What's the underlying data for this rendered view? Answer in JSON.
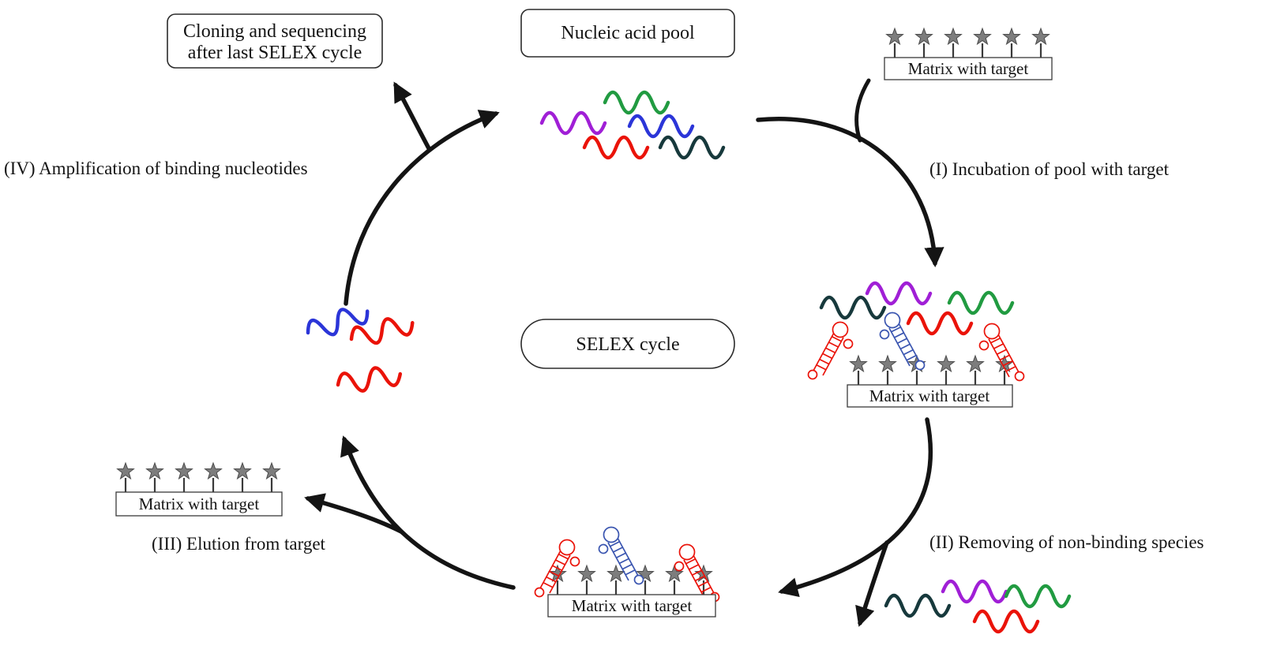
{
  "diagram": {
    "center_label": "SELEX cycle",
    "pool_label": "Nucleic acid pool",
    "cloning_box": {
      "line1": "Cloning and sequencing",
      "line2": "after last SELEX cycle"
    },
    "matrix_label": "Matrix with target",
    "steps": {
      "i": "(I) Incubation of pool with target",
      "ii": "(II) Removing of non-binding species",
      "iii": "(III) Elution from target",
      "iv": "(IV) Amplification of binding nucleotides"
    },
    "icons": {
      "target": "star-icon",
      "strand": "wave-strand-icon",
      "aptamer": "stem-loop-icon"
    },
    "colors": {
      "strand_red": "#ea1309",
      "strand_green": "#219b41",
      "strand_blue": "#2b35d8",
      "strand_purple": "#a01fd6",
      "strand_teal": "#17393c",
      "aptamer_blue": "#3a55b0",
      "star_gray": "#7d7d7d",
      "arrow": "#141414"
    }
  }
}
